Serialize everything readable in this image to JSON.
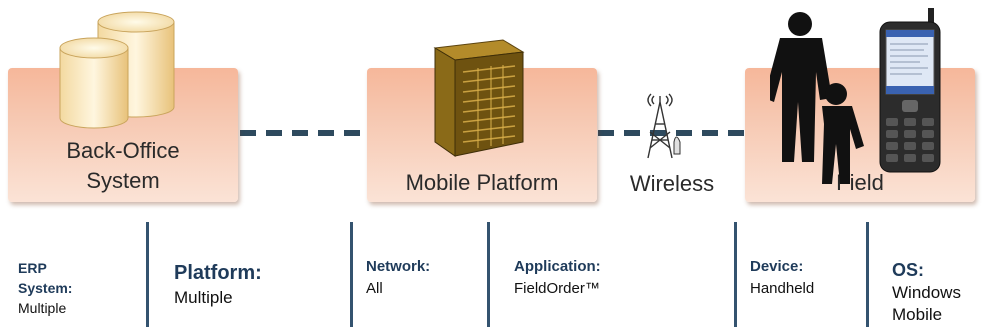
{
  "nodes": {
    "back_office": {
      "label_line1": "Back-Office",
      "label_line2": "System"
    },
    "mobile_platform": {
      "label": "Mobile Platform"
    },
    "wireless": {
      "label": "Wireless"
    },
    "field": {
      "label": "Field"
    }
  },
  "details": [
    {
      "title_line1": "ERP",
      "title_line2": "System:",
      "value": "Multiple"
    },
    {
      "title": "Platform:",
      "value": "Multiple"
    },
    {
      "title": "Network:",
      "value": "All"
    },
    {
      "title": "Application:",
      "value": "FieldOrder™"
    },
    {
      "title": "Device:",
      "value": "Handheld"
    },
    {
      "title": "OS:",
      "value_line1": "Windows",
      "value_line2": "Mobile"
    }
  ],
  "colors": {
    "box_fill": "#f6c7b0",
    "connector": "#2e4a5e",
    "detail_title": "#1f3b5a",
    "separator": "#34536f"
  }
}
